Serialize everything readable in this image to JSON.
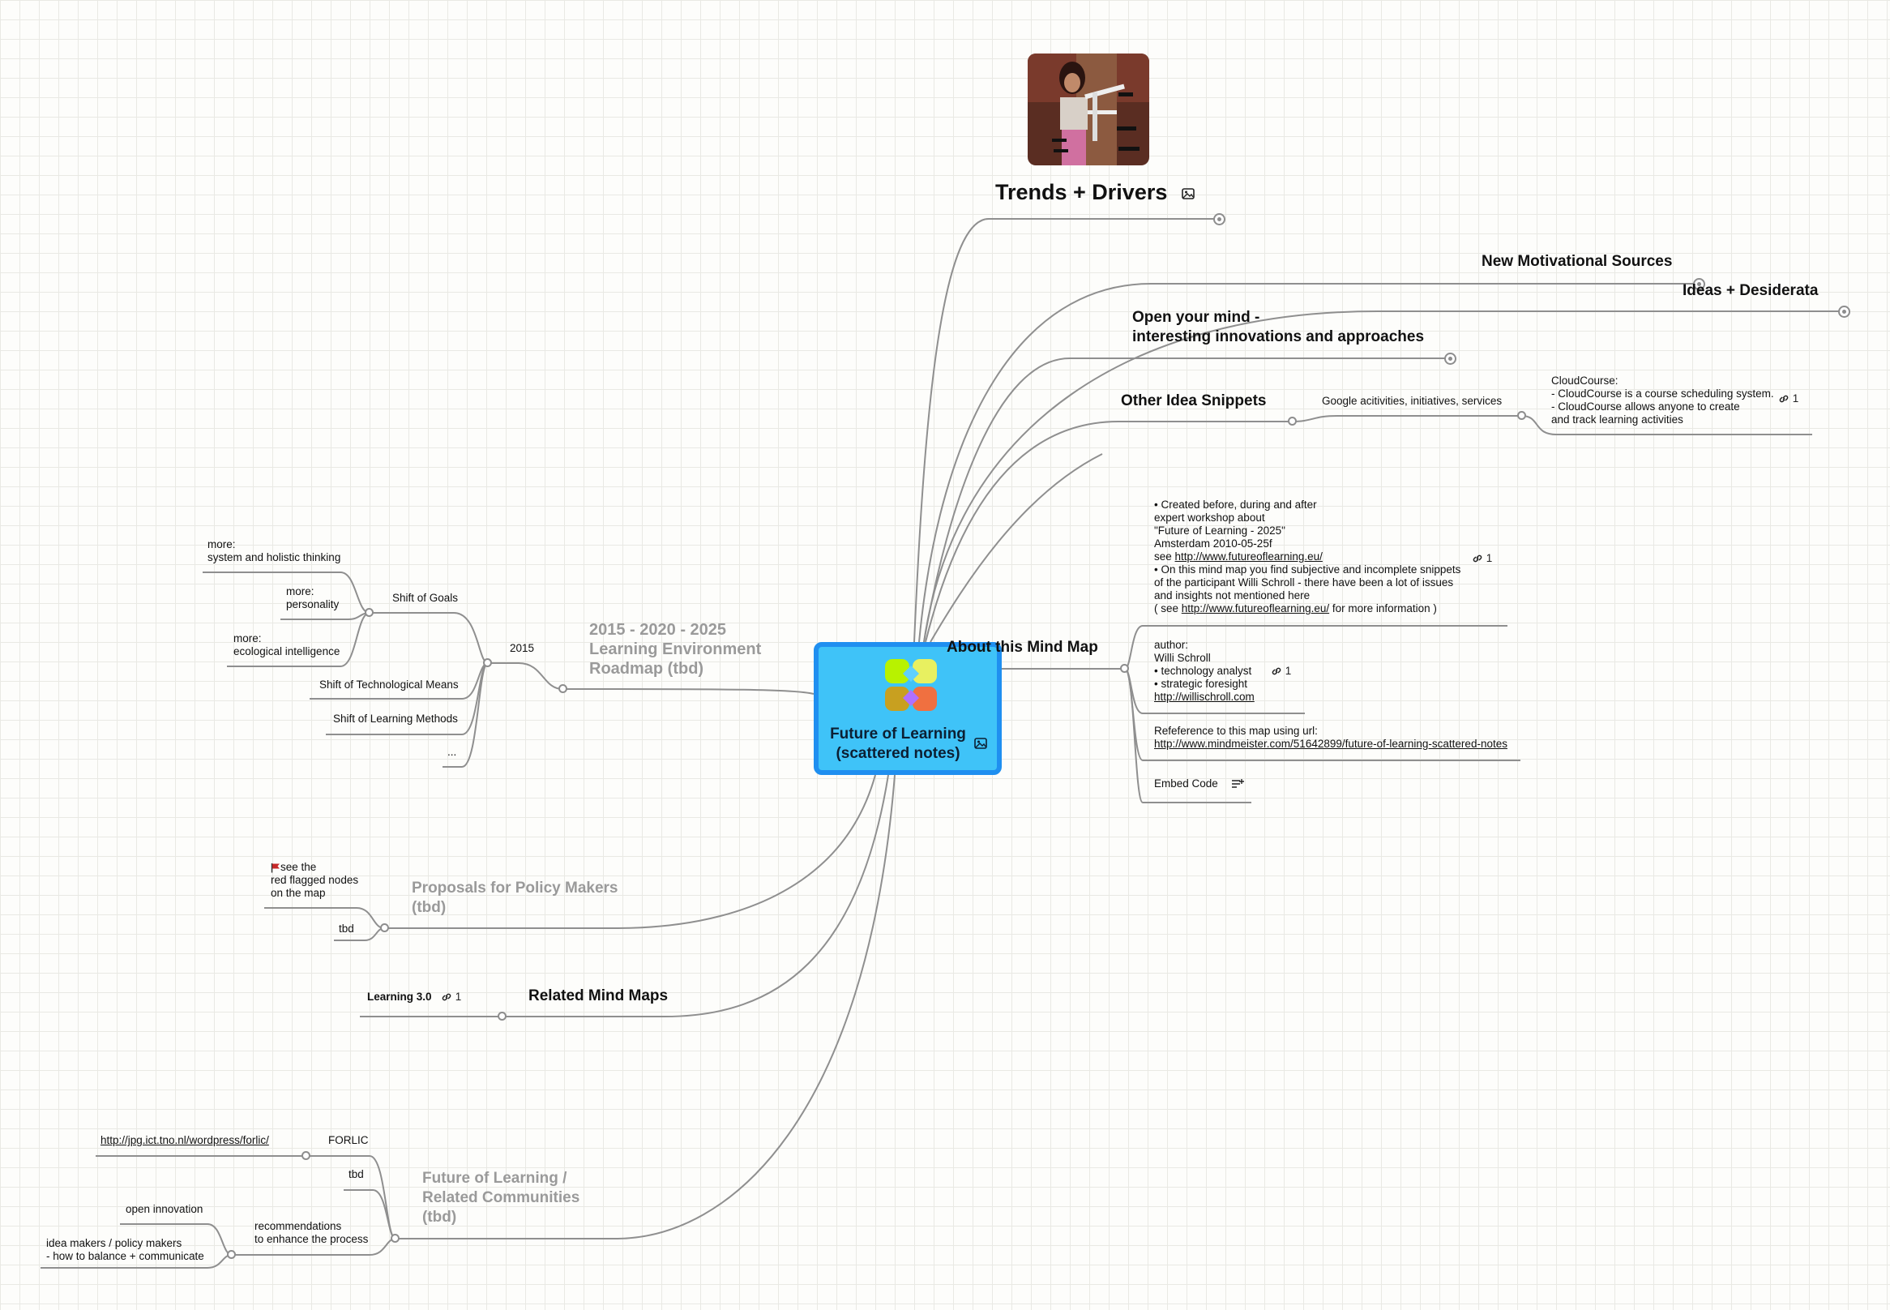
{
  "root": {
    "title_line1": "Future of Learning",
    "title_line2": "(scattered notes)",
    "logo_icon": "mindmap-logo-icon",
    "image_icon": "image-icon"
  },
  "trends": {
    "label": "Trends + Drivers",
    "icon": "image-icon"
  },
  "motivational": {
    "label": "New Motivational Sources"
  },
  "ideas": {
    "label": "Ideas + Desiderata"
  },
  "open_mind": {
    "line1": "Open your mind -",
    "line2": "interesting innovations and approaches"
  },
  "snippets": {
    "label": "Other Idea Snippets",
    "google": "Google acitivities, initiatives, services",
    "cloud": {
      "line1": "CloudCourse:",
      "line2": "- CloudCourse is a course scheduling system.",
      "line3": "- CloudCourse allows anyone to create",
      "line4": "and track learning activities",
      "link_count": "1"
    }
  },
  "about": {
    "label": "About this Mind Map",
    "created": {
      "l1": "• Created before, during and after",
      "l2": "expert workshop about",
      "l3": "\"Future of Learning - 2025\"",
      "l4": "Amsterdam 2010-05-25f",
      "l5_prefix": "see ",
      "l5_link": "http://www.futureoflearning.eu/",
      "l6": "• On this mind map you find subjective and incomplete snippets",
      "l7": "of the participant Willi Schroll - there have been a lot of issues",
      "l8": "and insights not mentioned here",
      "l9_prefix": "( see ",
      "l9_link": "http://www.futureoflearning.eu/",
      "l9_suffix": " for more information )",
      "link_count": "1"
    },
    "author": {
      "l1": "author:",
      "l2": "Willi Schroll",
      "l3": "• technology analyst",
      "l4": "• strategic foresight",
      "l5_link": "http://willischroll.com",
      "link_count": "1"
    },
    "reference": {
      "l1": "Refeference to this map using url:",
      "l2_link": "http://www.mindmeister.com/51642899/future-of-learning-scattered-notes"
    },
    "embed": {
      "label": "Embed Code",
      "icon": "note-icon"
    }
  },
  "roadmap": {
    "line1": "2015 - 2020 - 2025",
    "line2": "Learning Environment",
    "line3": "Roadmap (tbd)",
    "year": "2015",
    "goals": "Shift of Goals",
    "goal_items": [
      {
        "l1": "more:",
        "l2": "system and holistic thinking"
      },
      {
        "l1": "more:",
        "l2": "personality"
      },
      {
        "l1": "more:",
        "l2": "ecological intelligence"
      }
    ],
    "tech": "Shift of Technological Means",
    "methods": "Shift of Learning Methods",
    "more": "..."
  },
  "policy": {
    "line1": "Proposals for Policy Makers",
    "line2": "(tbd)",
    "flag_icon": "red-flag-icon",
    "see1": "see the",
    "see2": "red flagged nodes",
    "see3": "on the map",
    "tbd": "tbd"
  },
  "related": {
    "label": "Related Mind Maps",
    "learning": "Learning 3.0",
    "link_count": "1"
  },
  "communities": {
    "line1": "Future of Learning /",
    "line2": "Related Communities",
    "line3": "(tbd)",
    "forlic": "FORLIC",
    "forlic_link": "http://jpg.ict.tno.nl/wordpress/forlic/",
    "tbd": "tbd",
    "rec1": "recommendations",
    "rec2": "to enhance the process",
    "open": "open innovation",
    "idea1": "idea makers / policy makers",
    "idea2": "- how to balance + communicate"
  }
}
